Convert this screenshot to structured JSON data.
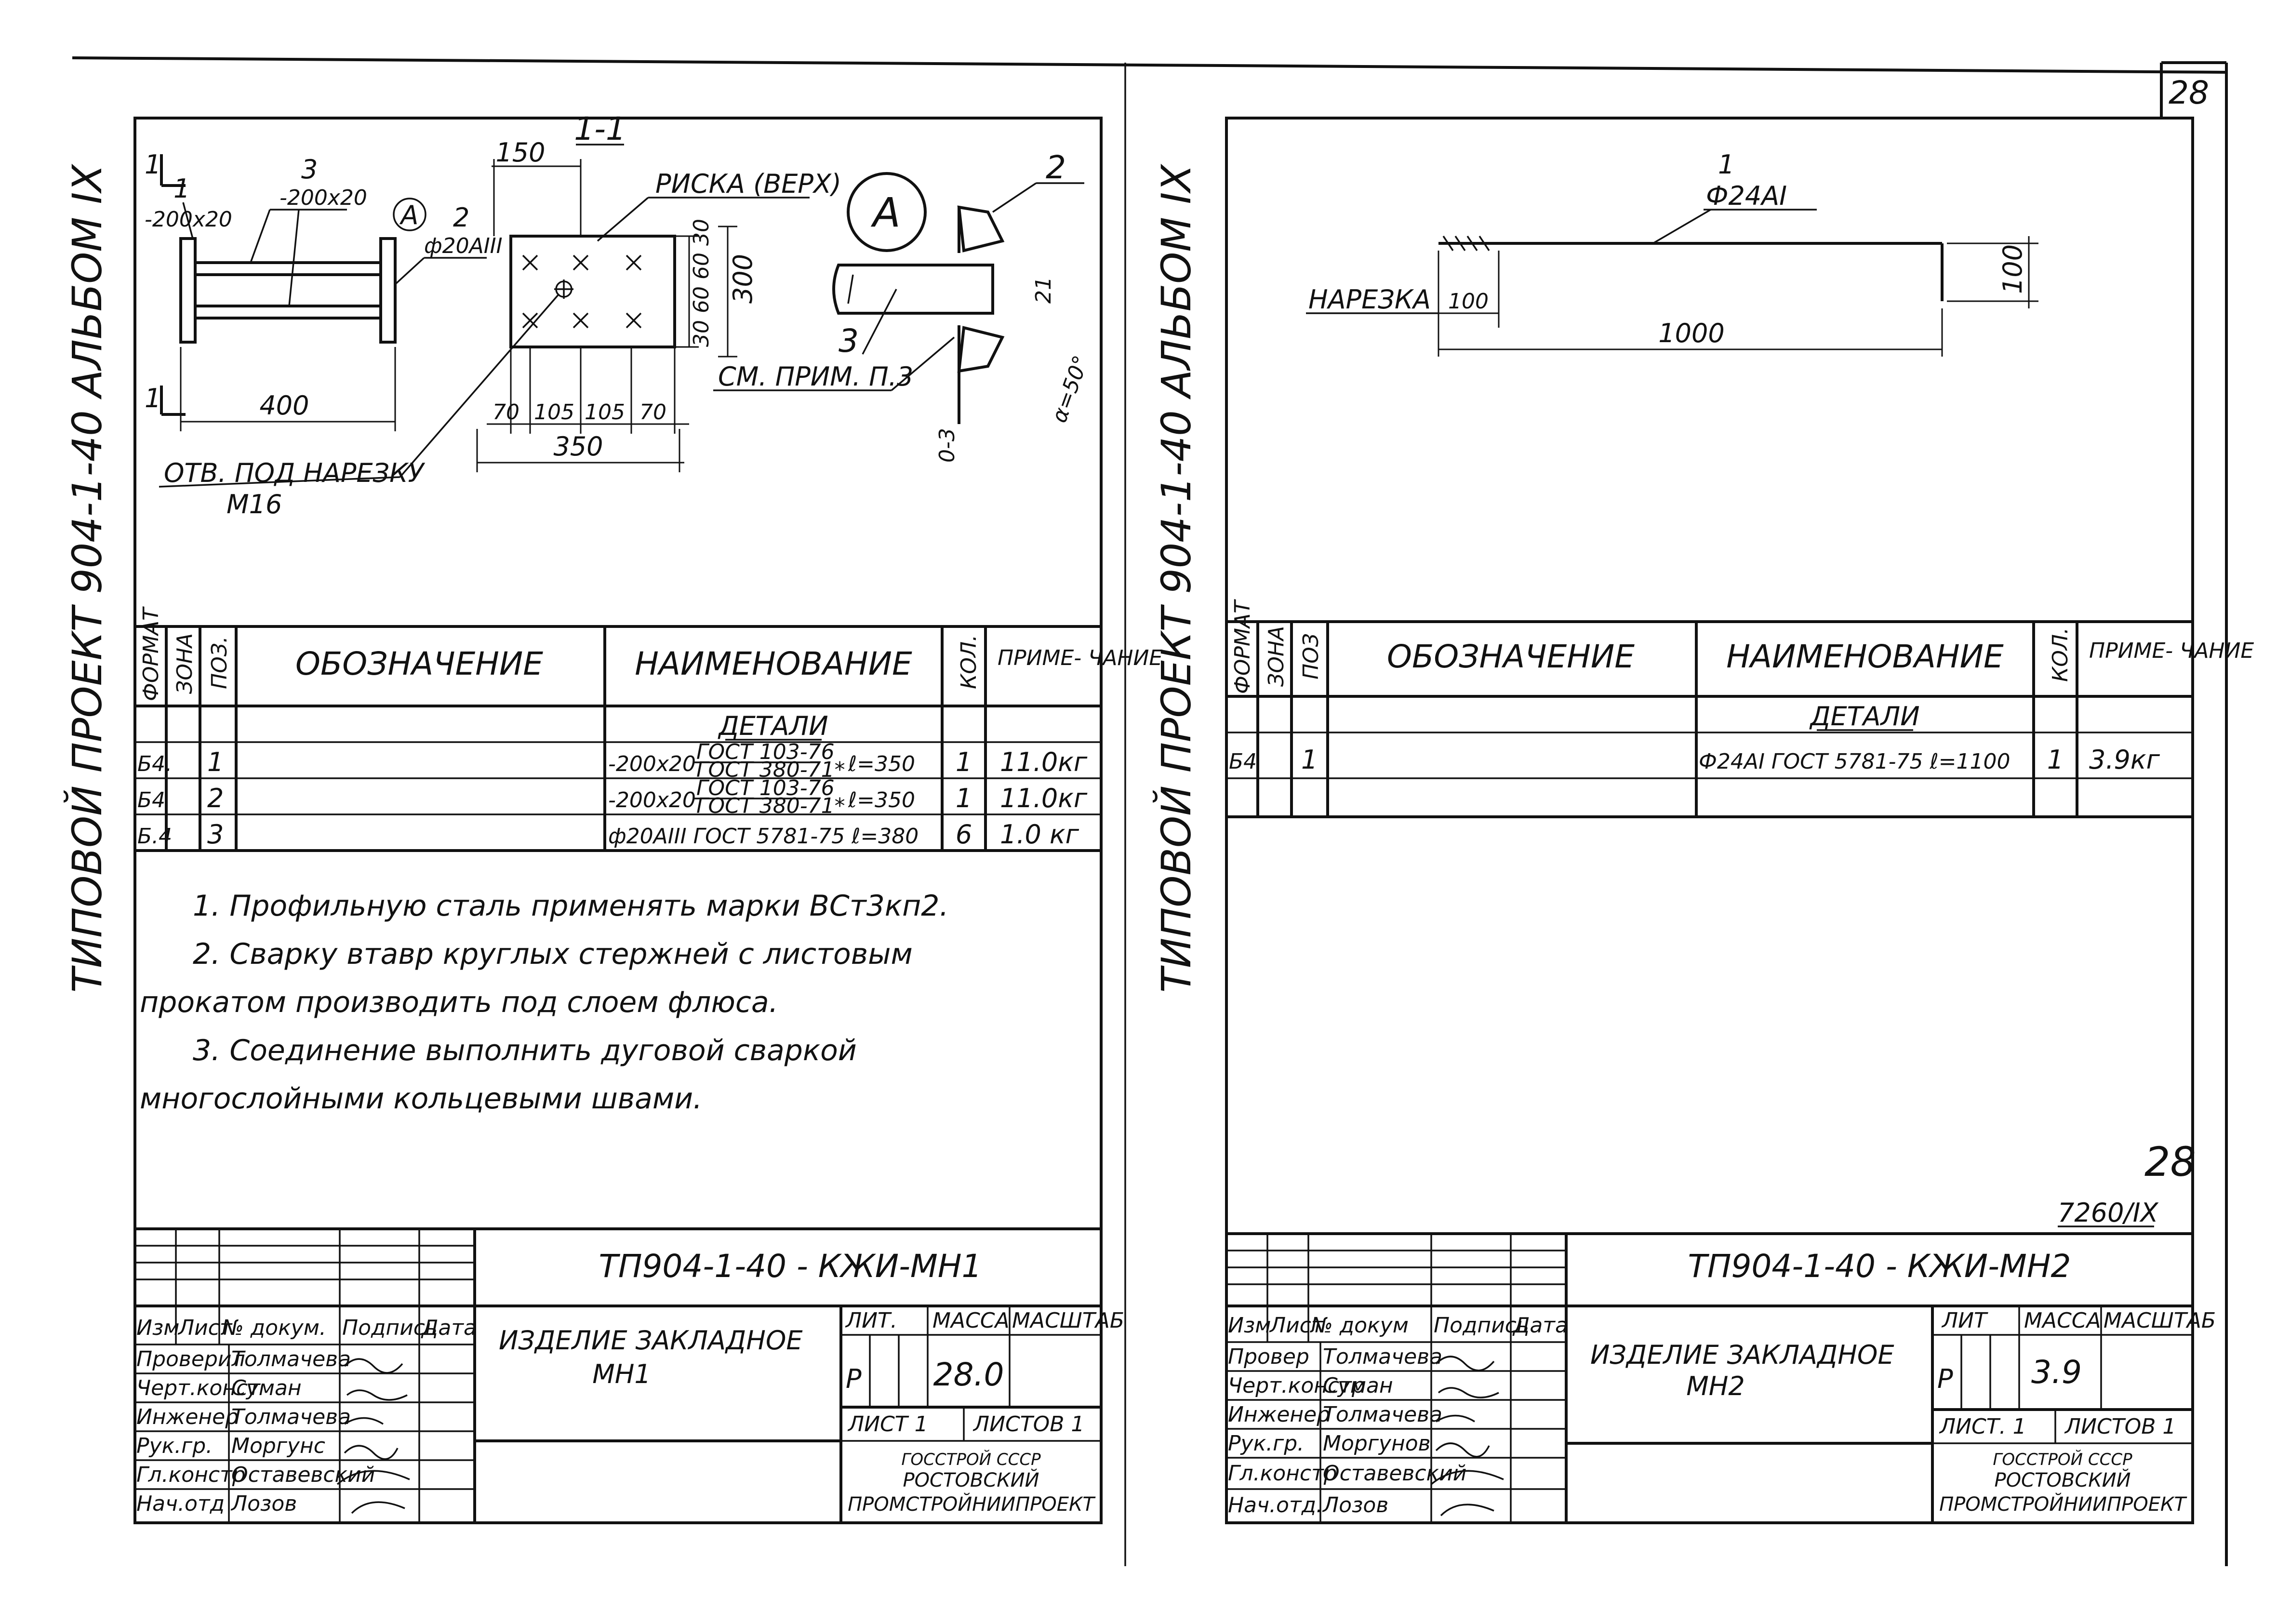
{
  "left": {
    "side_label": "ТИПОВОЙ   ПРОЕКТ   904-1-40   АЛЬБОМ IX",
    "drawing": {
      "section_label_left": "1",
      "section_title": "1-1",
      "plate_label_left": "-200x20",
      "plate_label_top": "-200x20",
      "rod_callout": "ф20АIII",
      "callout_A": "А",
      "pos_1": "1",
      "pos_2": "2",
      "pos_3": "3",
      "dim_400": "400",
      "dim_150": "150",
      "dim_300": "300",
      "dim_350": "350",
      "dims_bottom": [
        "70",
        "105",
        "105",
        "70"
      ],
      "dims_side": [
        "30",
        "60",
        "60",
        "30"
      ],
      "marking_label": "РИСКА (ВЕРХ)",
      "hole_label": "ОТВ. ПОД НАРЕЗКУ",
      "hole_size": "М16",
      "detail_pos_2": "2",
      "detail_pos_3": "3",
      "detail_dim": "21",
      "detail_angle": "α=50°",
      "detail_gap": "0-3",
      "detail_note": "СМ. ПРИМ. П.3"
    },
    "spec": {
      "headers": {
        "format": "ФОРМАТ",
        "zone": "ЗОНА",
        "pos": "ПОЗ.",
        "designation": "ОБОЗНАЧЕНИЕ",
        "name": "НАИМЕНОВАНИЕ",
        "qty": "КОЛ.",
        "note": "ПРИМЕ- ЧАНИЕ"
      },
      "section": "ДЕТАЛИ",
      "rows": [
        {
          "format": "Б4.",
          "pos": "1",
          "name": "-200x20",
          "gost_top": "ГОСТ 103-76",
          "gost_bot": "ГОСТ 380-71*",
          "len": "ℓ=350",
          "qty": "1",
          "note": "11.0кг"
        },
        {
          "format": "Б4",
          "pos": "2",
          "name": "-200x20",
          "gost_top": "ГОСТ 103-76",
          "gost_bot": "ГОСТ 380-71*",
          "len": "ℓ=350",
          "qty": "1",
          "note": "11.0кг"
        },
        {
          "format": "Б.4",
          "pos": "3",
          "name": "ф20АIII ГОСТ 5781-75 ℓ=380",
          "gost_top": "",
          "gost_bot": "",
          "len": "",
          "qty": "6",
          "note": "1.0 кг"
        }
      ]
    },
    "notes": [
      "1. Профильную сталь применять марки ВСт3кп2.",
      "2. Сварку втавр круглых стержней с листовым",
      "прокатом производить под слоем флюса.",
      "3. Соединение выполнить дуговой сваркой",
      "многослойными кольцевыми швами."
    ],
    "title_block": {
      "code": "ТП904-1-40  - КЖИ-МН1",
      "col_headers": [
        "Изм",
        "Лист",
        "№ докум.",
        "Подпись",
        "Дата"
      ],
      "roles": [
        "Проверил",
        "Черт.конст",
        "Инженер",
        "Рук.гр.",
        "Гл.констр",
        "Нач.отд"
      ],
      "names": [
        "Толмачева",
        "Суман",
        "Толмачева",
        "Моргунс",
        "Оставевский",
        "Лозов"
      ],
      "item_name": "ИЗДЕЛИЕ ЗАКЛАДНОЕ",
      "item_code": "МН1",
      "lit_label": "ЛИТ.",
      "mass_label": "МАССА",
      "scale_label": "МАСШТАБ",
      "lit_value": "Р",
      "mass_value": "28.0",
      "sheet": "ЛИСТ 1",
      "sheets": "ЛИСТОВ 1",
      "org1": "ГОССТРОЙ СССР",
      "org2": "РОСТОВСКИЙ",
      "org3": "ПРОМСТРОЙНИИПРОЕКТ"
    }
  },
  "right": {
    "side_label": "ТИПОВОЙ   ПРОЕКТ   904-1-40   АЛЬБОМ IX",
    "page_number": "28",
    "drawing": {
      "pos_1": "1",
      "rod_label": "Ф24АI",
      "thread_label": "НАРЕЗКА",
      "dim_100a": "100",
      "dim_1000": "1000",
      "dim_100b": "100"
    },
    "spec": {
      "headers": {
        "format": "ФОРМАТ",
        "zone": "ЗОНА",
        "pos": "ПОЗ",
        "designation": "ОБОЗНАЧЕНИЕ",
        "name": "НАИМЕНОВАНИЕ",
        "qty": "КОЛ.",
        "note": "ПРИМЕ- ЧАНИЕ"
      },
      "section": "ДЕТАЛИ",
      "rows": [
        {
          "format": "Б4",
          "pos": "1",
          "name": "Ф24АI ГОСТ 5781-75 ℓ=1100",
          "qty": "1",
          "note": "3.9кг"
        }
      ]
    },
    "sheet_no": "28",
    "archive_no": "7260/IX",
    "title_block": {
      "code": "ТП904-1-40   - КЖИ-МН2",
      "col_headers": [
        "Изм",
        "Лист",
        "№ докум",
        "Подпись",
        "Дата"
      ],
      "roles": [
        "Провер",
        "Черт.констр",
        "Инженер",
        "Рук.гр.",
        "Гл.констр",
        "Нач.отд."
      ],
      "names": [
        "Толмачева",
        "Суман",
        "Толмачева",
        "Моргунов",
        "Оставевский",
        "Лозов"
      ],
      "item_name": "ИЗДЕЛИЕ ЗАКЛАДНОЕ",
      "item_code": "МН2",
      "lit_label": "ЛИТ",
      "mass_label": "МАССА",
      "scale_label": "МАСШТАБ",
      "lit_value": "Р",
      "mass_value": "3.9",
      "sheet": "ЛИСТ. 1",
      "sheets": "ЛИСТОВ 1",
      "org1": "ГОССТРОЙ СССР",
      "org2": "РОСТОВСКИЙ",
      "org3": "ПРОМСТРОЙНИИПРОЕКТ"
    }
  }
}
